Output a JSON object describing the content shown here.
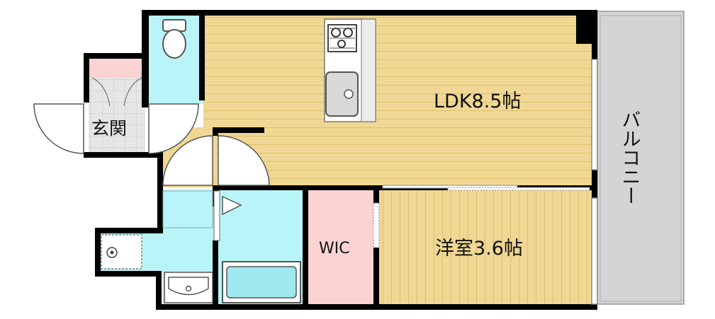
{
  "floor_plan": {
    "rooms": {
      "ldk": "LDK8.5帖",
      "western_room": "洋室3.6帖",
      "wic": "WIC",
      "entrance": "玄関",
      "balcony": "バルコニー"
    },
    "colors": {
      "wood_floor": "#f0d894",
      "wood_stripe": "#ddc070",
      "water_area": "#b9f5f8",
      "wic_floor": "#fbd3d3",
      "entrance_tile": "#e2e2e2",
      "balcony": "#d4d4d4",
      "wall": "#000000"
    }
  }
}
